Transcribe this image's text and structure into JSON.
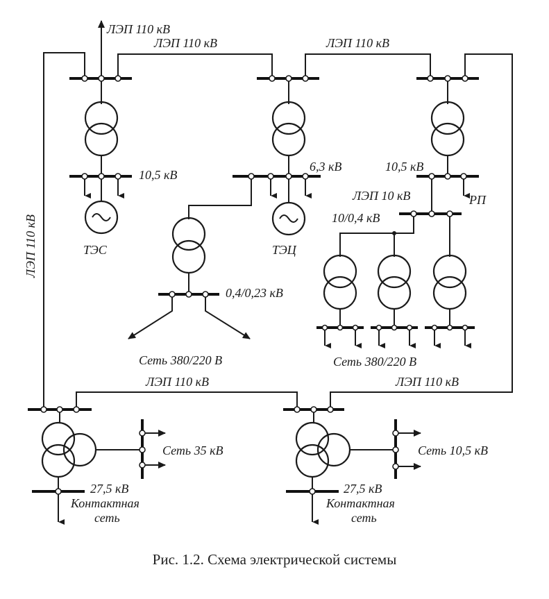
{
  "labels": {
    "line_top": "ЛЭП 110 кВ",
    "line_tes_tec": "ЛЭП 110 кВ",
    "line_tec_right": "ЛЭП 110 кВ",
    "line_left_vertical": "ЛЭП 110 кВ",
    "tes_gen_voltage": "10,5 кВ",
    "tec_gen_voltage": "6,3 кВ",
    "right_sub_voltage": "10,5 кВ",
    "line_10kv": "ЛЭП 10 кВ",
    "rp": "РП",
    "tr_10_04": "10/0,4 кВ",
    "tes": "ТЭС",
    "tec": "ТЭЦ",
    "lv_voltage": "0,4/0,23 кВ",
    "grid_380_left": "Сеть 380/220 В",
    "grid_380_right": "Сеть 380/220 В",
    "line_bottom_mid": "ЛЭП 110 кВ",
    "line_bottom_right": "ЛЭП 110 кВ",
    "grid_35": "Сеть 35 кВ",
    "grid_10_5": "Сеть 10,5 кВ",
    "traction_voltage_left": "27,5 кВ",
    "traction_left_1": "Контактная",
    "traction_left_2": "сеть",
    "traction_voltage_right": "27,5 кВ",
    "traction_right_1": "Контактная",
    "traction_right_2": "сеть"
  },
  "caption": "Рис. 1.2. Схема электрической системы"
}
